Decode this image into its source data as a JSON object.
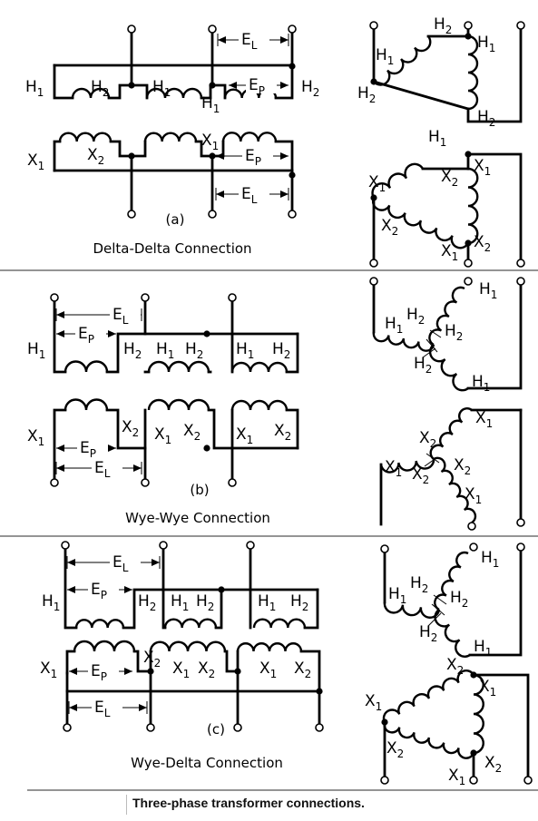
{
  "figure_caption": "Three-phase transformer connections.",
  "sections": [
    {
      "id": "a",
      "label": "(a)",
      "title": "Delta-Delta Connection"
    },
    {
      "id": "b",
      "label": "(b)",
      "title": "Wye-Wye Connection"
    },
    {
      "id": "c",
      "label": "(c)",
      "title": "Wye-Delta Connection"
    }
  ],
  "terminals": {
    "h1": "H",
    "h1_sub": "1",
    "h2": "H",
    "h2_sub": "2",
    "x1": "X",
    "x1_sub": "1",
    "x2": "X",
    "x2_sub": "2"
  },
  "voltages": {
    "line": "E",
    "line_sub": "L",
    "phase": "E",
    "phase_sub": "P"
  },
  "colors": {
    "ink": "#000000",
    "background": "#ffffff",
    "divider": "#555555"
  }
}
